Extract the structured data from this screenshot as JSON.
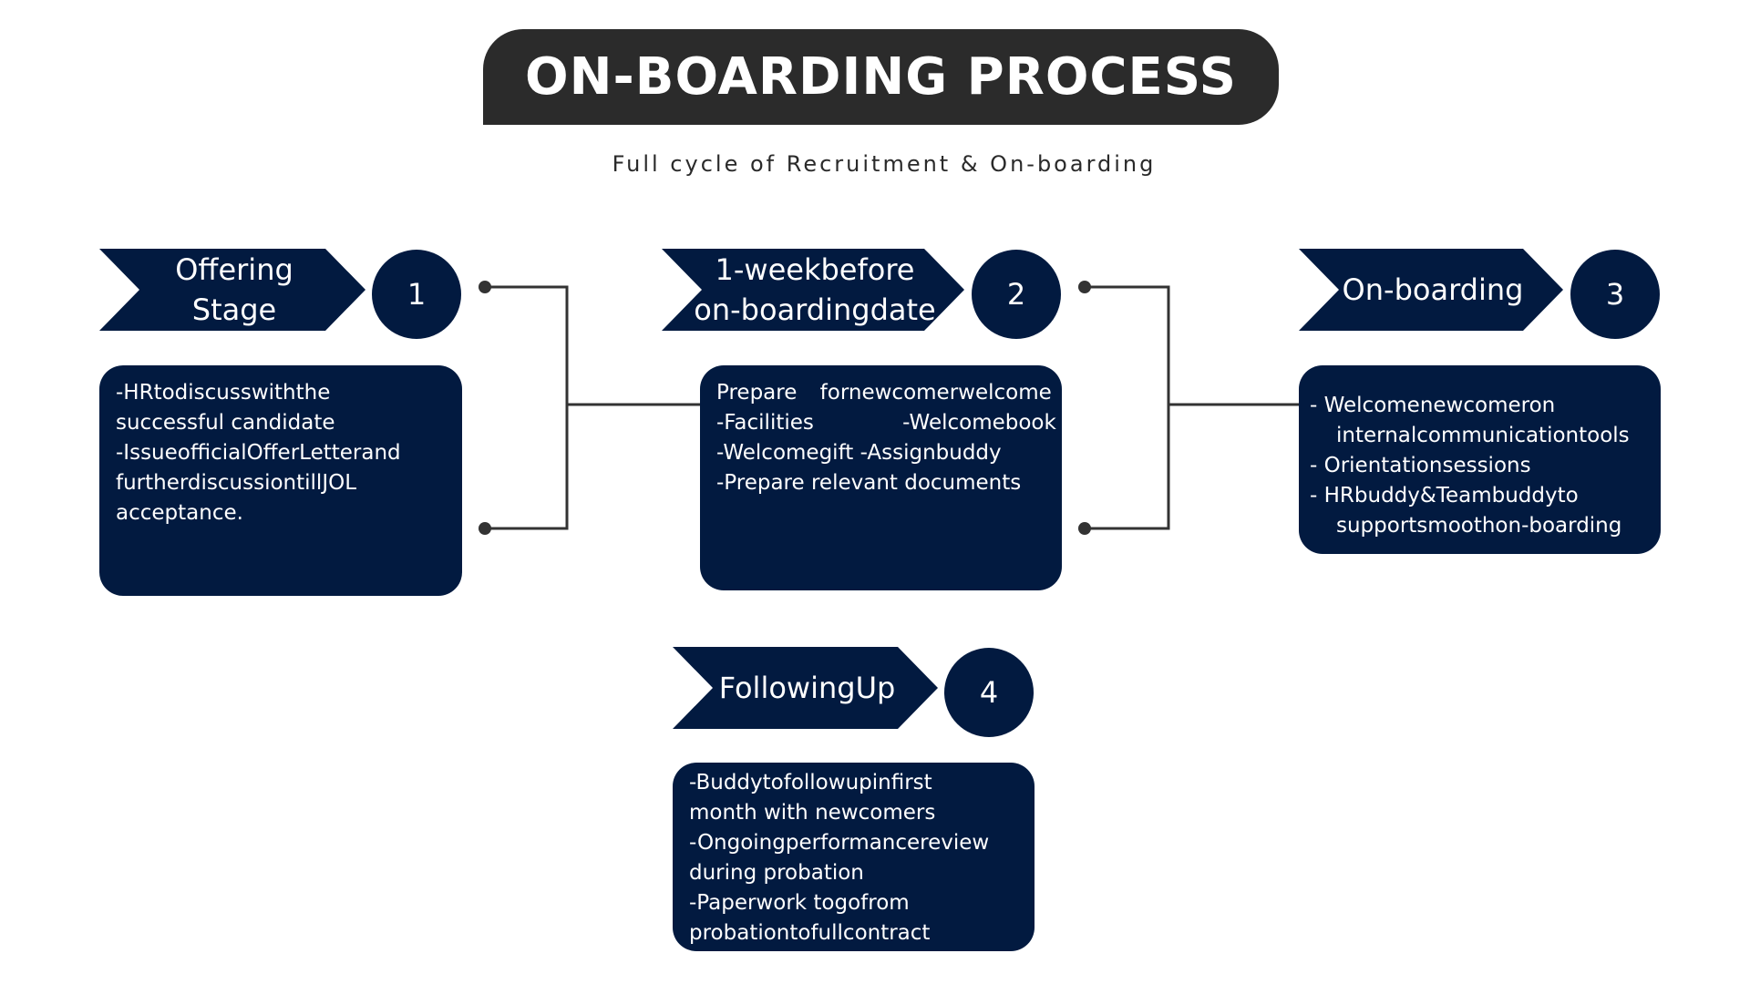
{
  "header": {
    "title": "ON-BOARDING PROCESS",
    "subtitle": "Full cycle of Recruitment & On-boarding"
  },
  "colors": {
    "navy": "#021a40",
    "banner": "#2b2b2b",
    "connector": "#333333"
  },
  "stages": [
    {
      "number": "1",
      "title_lines": [
        "Offering",
        "Stage"
      ],
      "body_lines": [
        "-HRtodiscusswiththe",
        "successful candidate",
        "-IssueofficialOfferLetterand",
        "furtherdiscussiontillJOL",
        "acceptance."
      ]
    },
    {
      "number": "2",
      "title_lines": [
        "1-weekbefore",
        "on-boardingdate"
      ],
      "body_lines": [
        "Prepare fornewcomerwelcome",
        "-Facilities -Welcomebook",
        "-Welcomegift -Assignbuddy",
        "-Prepare relevant documents"
      ]
    },
    {
      "number": "3",
      "title_lines": [
        "On-boarding"
      ],
      "body_lines": [
        "- Welcomenewcomeron",
        "internalcommunicationtools",
        "- Orientationsessions",
        "- HRbuddy&Teambuddyto",
        "supportsmoothon-boarding"
      ]
    },
    {
      "number": "4",
      "title_lines": [
        "FollowingUp"
      ],
      "body_lines": [
        "-Buddytofollowupinfirst",
        "month with newcomers",
        "-Ongoingperformancereview",
        "during probation",
        "-Paperwork togofrom",
        "probationtofullcontract"
      ]
    }
  ]
}
